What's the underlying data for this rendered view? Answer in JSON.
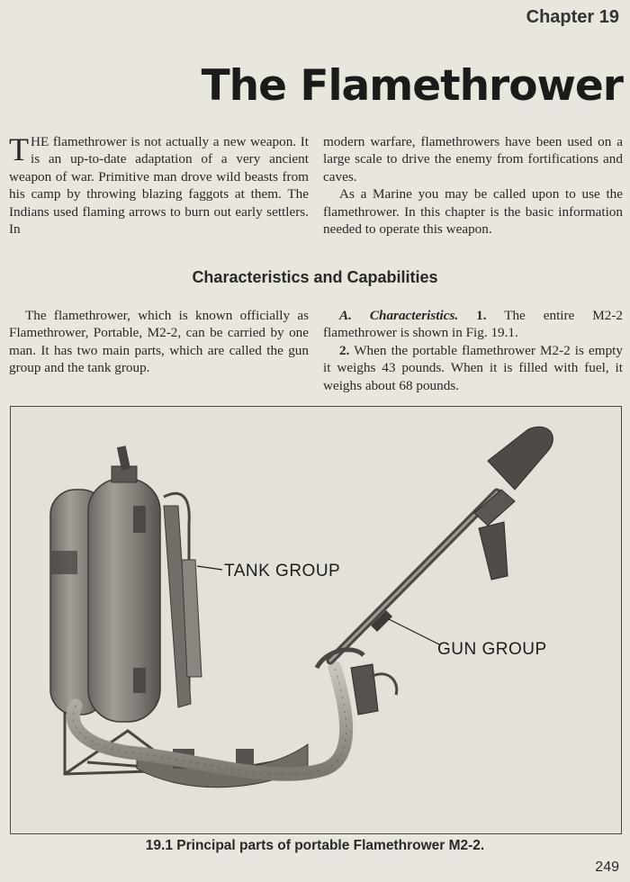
{
  "header": {
    "chapter": "Chapter 19",
    "title": "The Flamethrower"
  },
  "intro": {
    "dropcap": "T",
    "left_text": "HE flamethrower is not actually a new weapon. It is an up-to-date adaptation of a very ancient weapon of war. Primitive man drove wild beasts from his camp by throwing blazing faggots at them. The Indians used flaming arrows to burn out early settlers. In",
    "right_p1": "modern warfare, flamethrowers have been used on a large scale to drive the enemy from fortifications and caves.",
    "right_p2": "As a Marine you may be called upon to use the flamethrower. In this chapter is the basic information needed to operate this weapon."
  },
  "section": {
    "heading": "Characteristics and Capabilities",
    "left_p": "The flamethrower, which is known officially as Flamethrower, Portable, M2-2, can be carried by one man. It has two main parts, which are called the gun group and the tank group.",
    "right_label": "A. Characteristics.",
    "right_n1": "1.",
    "right_p1": "The entire M2-2 flamethrower is shown in Fig. 19.1.",
    "right_n2": "2.",
    "right_p2": "When the portable flamethrower M2-2 is empty it weighs 43 pounds. When it is filled with fuel, it weighs about 68 pounds."
  },
  "figure": {
    "callout_tank": "TANK GROUP",
    "callout_gun": "GUN GROUP",
    "caption": "19.1 Principal parts of portable Flamethrower M2-2."
  },
  "page_number": "249"
}
